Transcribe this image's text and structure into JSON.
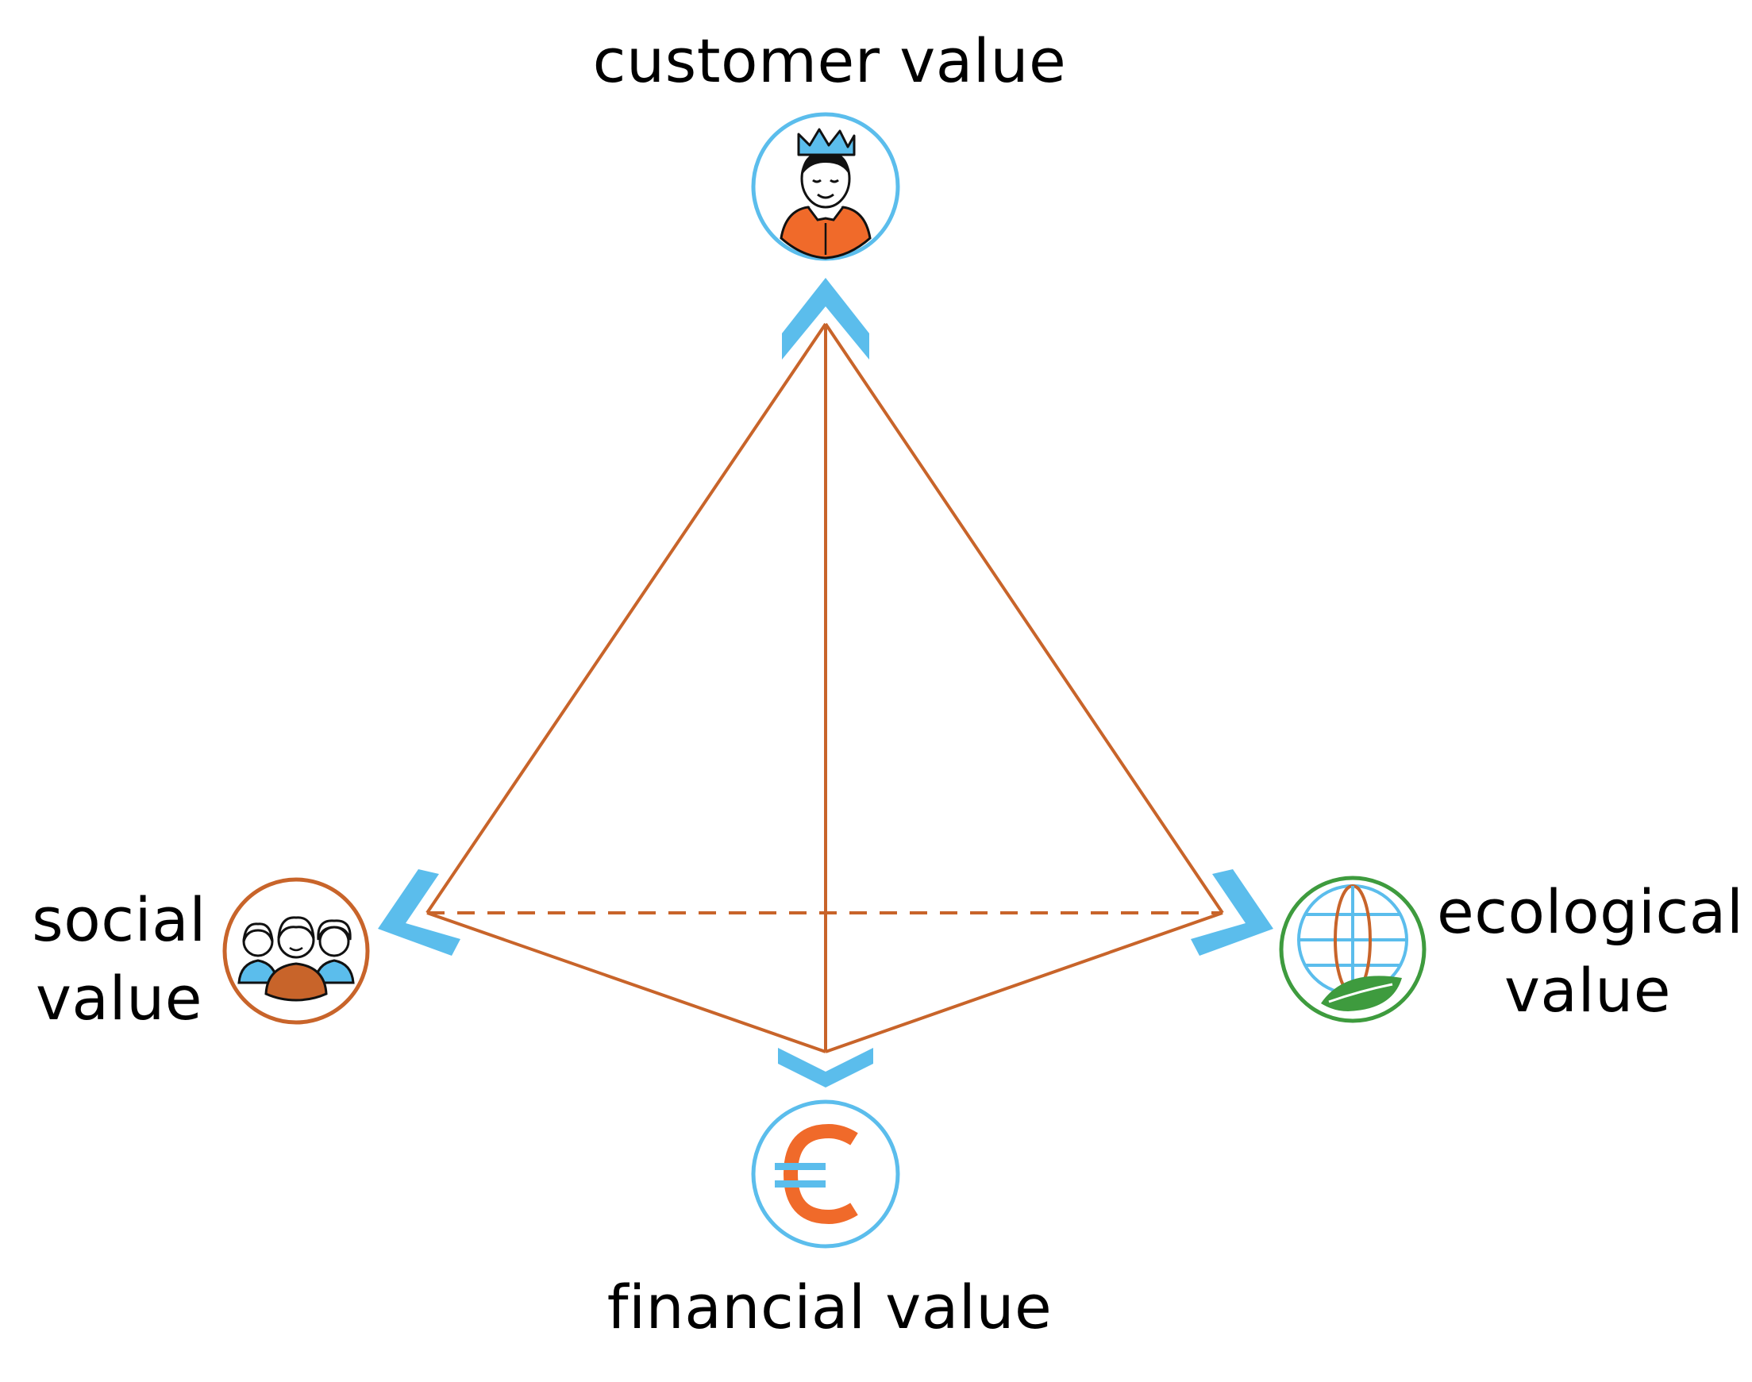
{
  "diagram": {
    "nodes": {
      "customer": {
        "label": "customer value",
        "icon": "king-customer-icon"
      },
      "social": {
        "label_line1": "social",
        "label_line2": "value",
        "icon": "people-group-icon"
      },
      "ecological": {
        "label_line1": "ecological",
        "label_line2": "value",
        "icon": "globe-leaf-icon"
      },
      "financial": {
        "label": "financial value",
        "icon": "euro-icon"
      }
    },
    "colors": {
      "edge": "#C8642A",
      "chevron": "#5BBDEC",
      "icon_ring_blue": "#5BBDEC",
      "icon_ring_orange": "#C8642A",
      "icon_ring_green": "#3E9B3E",
      "shirt": "#F06A2A",
      "euro": "#F06A2A",
      "leaf": "#3E9B3E"
    }
  }
}
